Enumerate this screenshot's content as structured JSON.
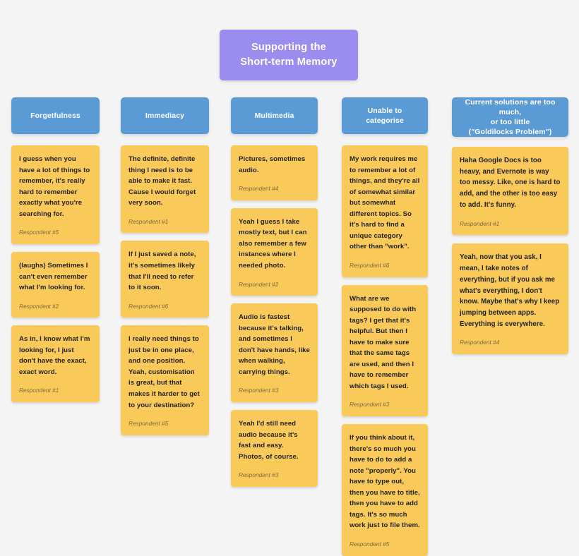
{
  "title": {
    "text": "Supporting the\nShort-term Memory",
    "color": "#9b8cf0"
  },
  "theme": {
    "background": "#f4f4f4",
    "header_color": "#5b9bd5",
    "note_color": "#f9c959",
    "note_text_color": "#1f2124",
    "source_text_color": "#7d6a3d"
  },
  "columns": [
    {
      "header": "Forgetfulness",
      "notes": [
        {
          "quote": "I guess when you have a lot of things to remember, it's really hard to remember exactly what you're searching for.",
          "source": "Respondent #5"
        },
        {
          "quote": "(laughs) Sometimes I can't even remember what I'm looking for.",
          "source": "Respondent #2"
        },
        {
          "quote": "As in, I know what I'm looking for, I just don't have the exact, exact word.",
          "source": "Respondent #1"
        }
      ]
    },
    {
      "header": "Immediacy",
      "notes": [
        {
          "quote": "The definite, definite thing I need is to be able to make it fast. Cause I would forget very soon.",
          "source": "Respondent #1"
        },
        {
          "quote": "If I just saved a note, it's sometimes likely that I'll need to refer to it soon.",
          "source": "Respondent #6"
        },
        {
          "quote": "I really need things to just be in one place, and one position. Yeah, customisation is great, but that makes it harder to get to your destination?",
          "source": "Respondent #5"
        }
      ]
    },
    {
      "header": "Multimedia",
      "notes": [
        {
          "quote": "Pictures, sometimes audio.",
          "source": "Respondent #4"
        },
        {
          "quote": "Yeah I guess I take mostly text, but I can also remember a few instances where I needed photo.",
          "source": "Respondent #2"
        },
        {
          "quote": "Audio is fastest because it's talking, and sometimes I don't have hands, like when walking, carrying things.",
          "source": "Respondent #3"
        },
        {
          "quote": "Yeah I'd still need audio because it's fast and easy. Photos, of course.",
          "source": "Respondent #3"
        }
      ]
    },
    {
      "header": "Unable to\ncategorise",
      "notes": [
        {
          "quote": "My work requires me to remember a lot of things, and they're all of somewhat similar but somewhat different topics. So it's hard to find a unique category other than \"work\".",
          "source": "Respondent #6"
        },
        {
          "quote": "What are we supposed to do with tags? I get that it's helpful. But then I have to make sure that the same tags are used, and then I have to remember which tags I used.",
          "source": "Respondent #3"
        },
        {
          "quote": "If you think about it, there's so much you have to do to add a note \"properly\". You have to type out, then you have to title, then you have to add tags. It's so much work just to file them.",
          "source": "Respondent #5"
        }
      ]
    },
    {
      "header": "Current solutions are too much,\nor too little\n(\"Goldilocks Problem\")",
      "notes": [
        {
          "quote": "Haha Google Docs is too heavy, and Evernote is way too messy. Like, one is hard to add, and the other is too easy to add. It's funny.",
          "source": "Respondent #1"
        },
        {
          "quote": "Yeah, now that you ask, I mean, I take notes of everything, but if you ask me what's everything, I don't know. Maybe that's why I keep jumping between apps. Everything is everywhere.",
          "source": "Respondent #4"
        }
      ]
    }
  ]
}
